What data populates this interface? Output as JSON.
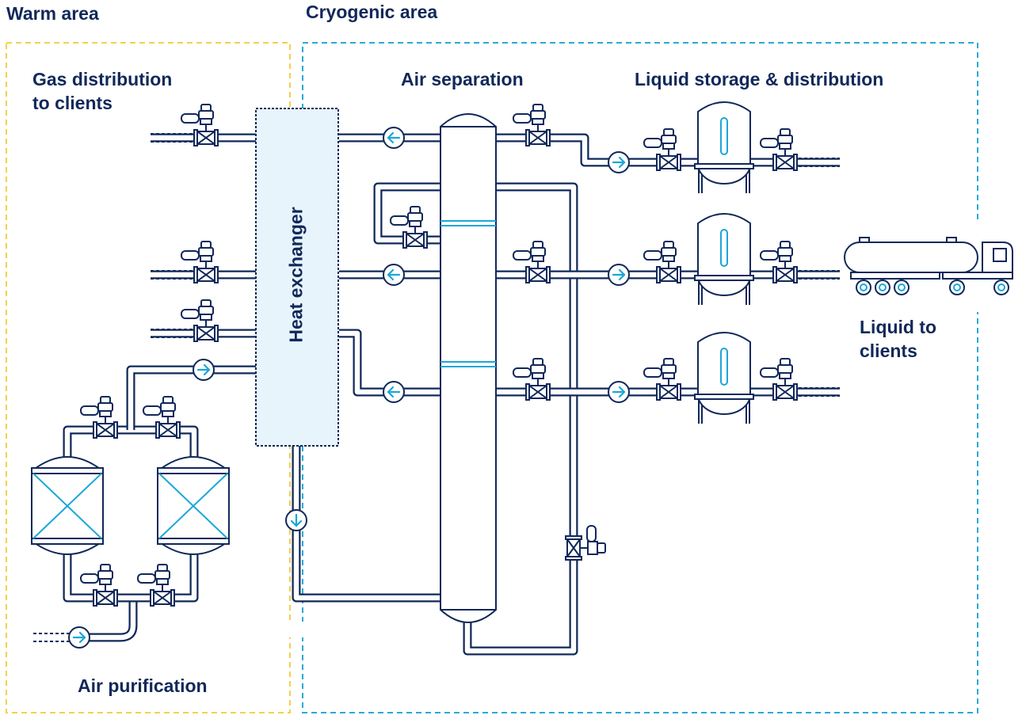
{
  "areas": {
    "warm": "Warm area",
    "cryogenic": "Cryogenic area"
  },
  "labels": {
    "gas_distribution_line1": "Gas distribution",
    "gas_distribution_line2": "to clients",
    "air_separation": "Air separation",
    "liquid_storage": "Liquid storage & distribution",
    "heat_exchanger": "Heat exchanger",
    "liquid_to_clients_line1": "Liquid to",
    "liquid_to_clients_line2": "clients",
    "air_purification": "Air purification"
  },
  "colors": {
    "navy": "#10285a",
    "cyan": "#1aa7d9",
    "warm_border": "#f2d14c",
    "cold_border": "#2aa9d6",
    "exchanger_fill": "#e7f4fc",
    "pipe_fill": "#ffffff"
  },
  "icons": {
    "valve": "actuated-valve-icon",
    "flow_arrow": "flow-direction-arrow-icon",
    "tank": "storage-tank-icon",
    "truck": "tanker-truck-icon",
    "column": "distillation-column-icon",
    "adsorber": "adsorber-vessel-icon"
  }
}
